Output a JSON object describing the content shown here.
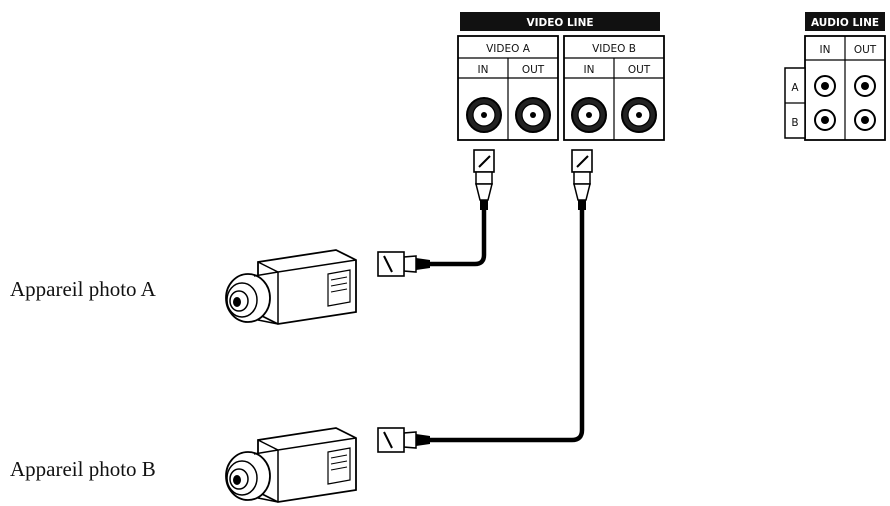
{
  "video_panel": {
    "title": "VIDEO LINE",
    "channel_a": "VIDEO A",
    "channel_b": "VIDEO B",
    "in_label": "IN",
    "out_label": "OUT"
  },
  "audio_panel": {
    "title": "AUDIO LINE",
    "in_label": "IN",
    "out_label": "OUT",
    "row_a": "A",
    "row_b": "B"
  },
  "cameras": {
    "camera_a_label": "Appareil photo A",
    "camera_b_label": "Appareil photo B"
  }
}
